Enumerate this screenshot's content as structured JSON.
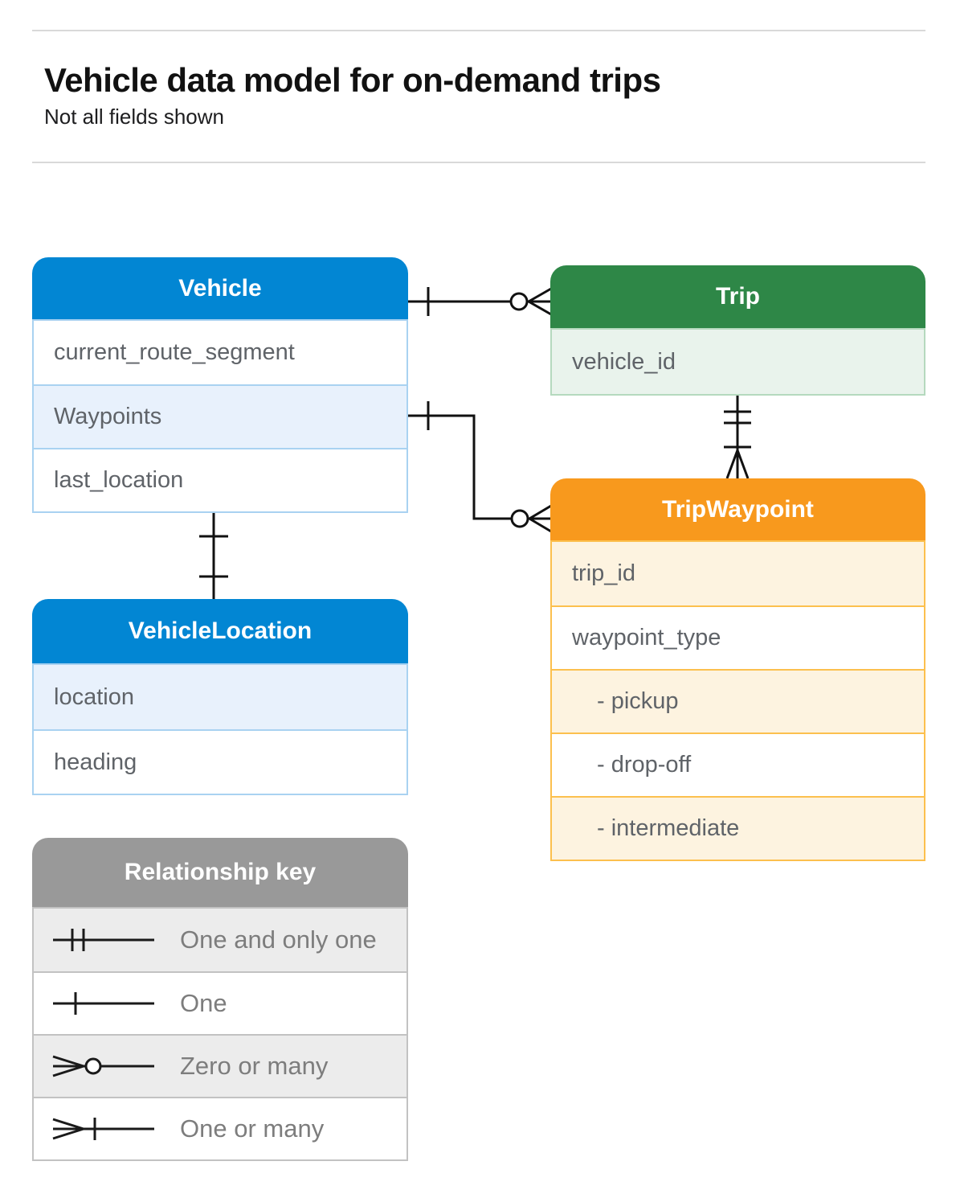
{
  "page": {
    "title": "Vehicle data model for on-demand trips",
    "subtitle": "Not all fields shown"
  },
  "colors": {
    "blue_header": "#0286d3",
    "blue_tint": "#e8f1fc",
    "green_header": "#2e8747",
    "green_tint": "#e9f3ec",
    "orange_header": "#f8991d",
    "orange_tint": "#fdf3e0",
    "gray_header": "#999999",
    "gray_tint": "#ececec",
    "field_text": "#5f6368",
    "connector": "#111111"
  },
  "entities": {
    "vehicle": {
      "title": "Vehicle",
      "fields": [
        "current_route_segment",
        "Waypoints",
        "last_location"
      ]
    },
    "trip": {
      "title": "Trip",
      "fields": [
        "vehicle_id"
      ]
    },
    "trip_waypoint": {
      "title": "TripWaypoint",
      "fields": [
        "trip_id",
        "waypoint_type",
        "- pickup",
        "- drop-off",
        "- intermediate"
      ]
    },
    "vehicle_location": {
      "title": "VehicleLocation",
      "fields": [
        "location",
        "heading"
      ]
    }
  },
  "relationships": [
    {
      "from": "Vehicle",
      "to": "Trip",
      "from_cardinality": "one",
      "to_cardinality": "zero or many"
    },
    {
      "from": "Vehicle.Waypoints",
      "to": "TripWaypoint",
      "from_cardinality": "one",
      "to_cardinality": "zero or many"
    },
    {
      "from": "Trip",
      "to": "TripWaypoint",
      "from_cardinality": "one and only one",
      "to_cardinality": "one or many"
    },
    {
      "from": "Vehicle",
      "to": "VehicleLocation",
      "from_cardinality": "one",
      "to_cardinality": "one"
    }
  ],
  "legend": {
    "title": "Relationship key",
    "items": [
      "One and only one",
      "One",
      "Zero or many",
      "One or many"
    ]
  }
}
